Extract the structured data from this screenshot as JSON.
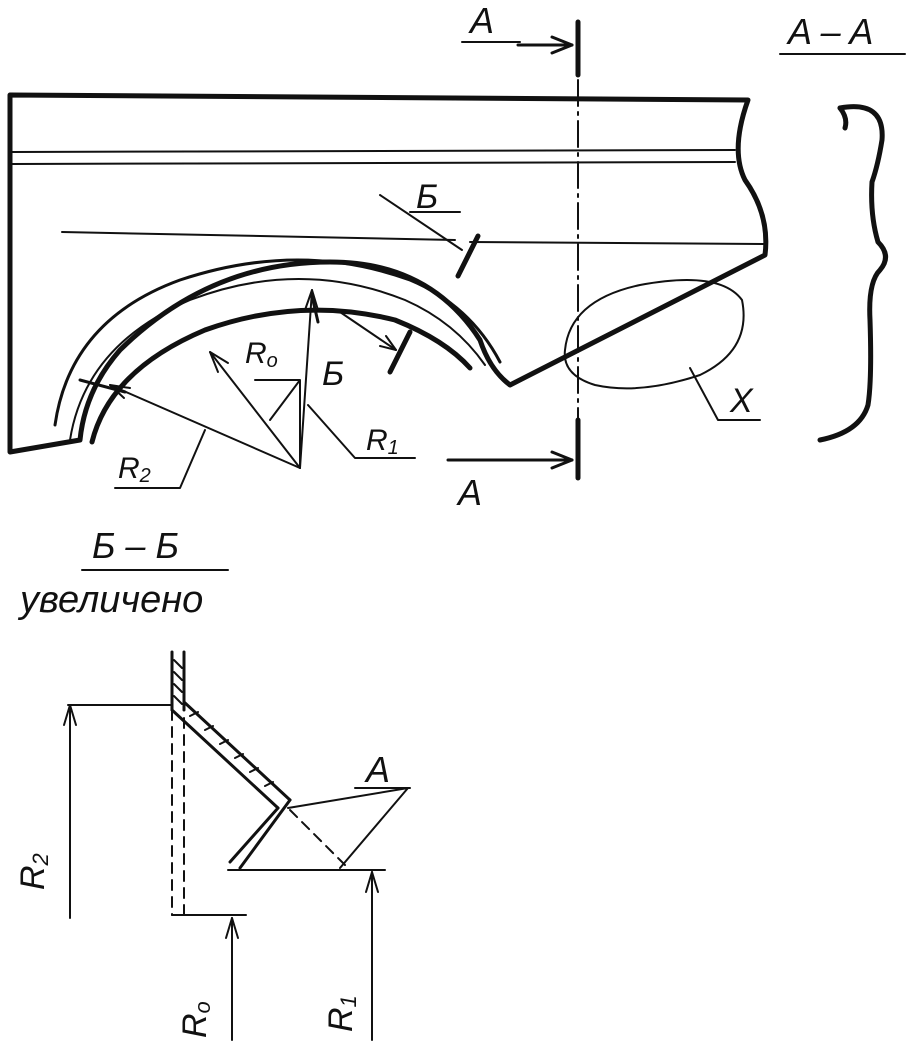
{
  "labels": {
    "section_a": "A",
    "section_b": "Б",
    "section_aa_title": "A – A",
    "section_bb_title": "Б – Б",
    "section_bb_subtitle": "увеличено",
    "r0": "R",
    "r0_sub": "o",
    "r1": "R",
    "r1_sub": "1",
    "r2": "R",
    "r2_sub": "2",
    "detail_x": "X",
    "detail_a": "A"
  },
  "colors": {
    "ink": "#111111",
    "paper": "#ffffff"
  }
}
